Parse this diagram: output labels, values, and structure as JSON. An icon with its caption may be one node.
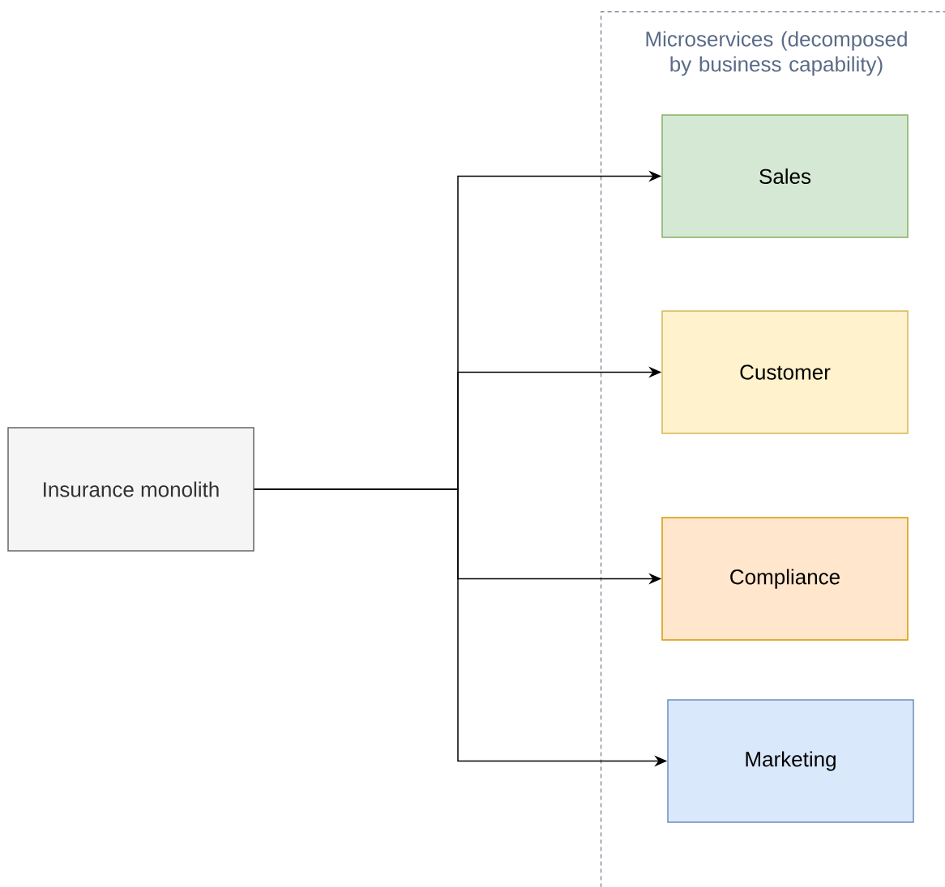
{
  "diagram": {
    "nodes": [
      {
        "text": [
          "Microservices (decomposed by business capability)"
        ]
      },
      {
        "text": [
          "Sales"
        ],
        "in": 0
      },
      {
        "text": [
          "Customer"
        ],
        "in": 0
      },
      {
        "text": [
          "Compliance"
        ],
        "in": 0
      },
      {
        "text": [
          "Marketing"
        ],
        "in": 0
      },
      {
        "text": [
          "Insurance monolith"
        ]
      }
    ],
    "edges": [
      {
        "from": 5,
        "to": 1,
        "arrow": "to"
      },
      {
        "from": 5,
        "to": 2,
        "arrow": "to"
      },
      {
        "from": 5,
        "to": 3,
        "arrow": "to"
      },
      {
        "from": 5,
        "to": 4,
        "arrow": "to"
      }
    ]
  }
}
